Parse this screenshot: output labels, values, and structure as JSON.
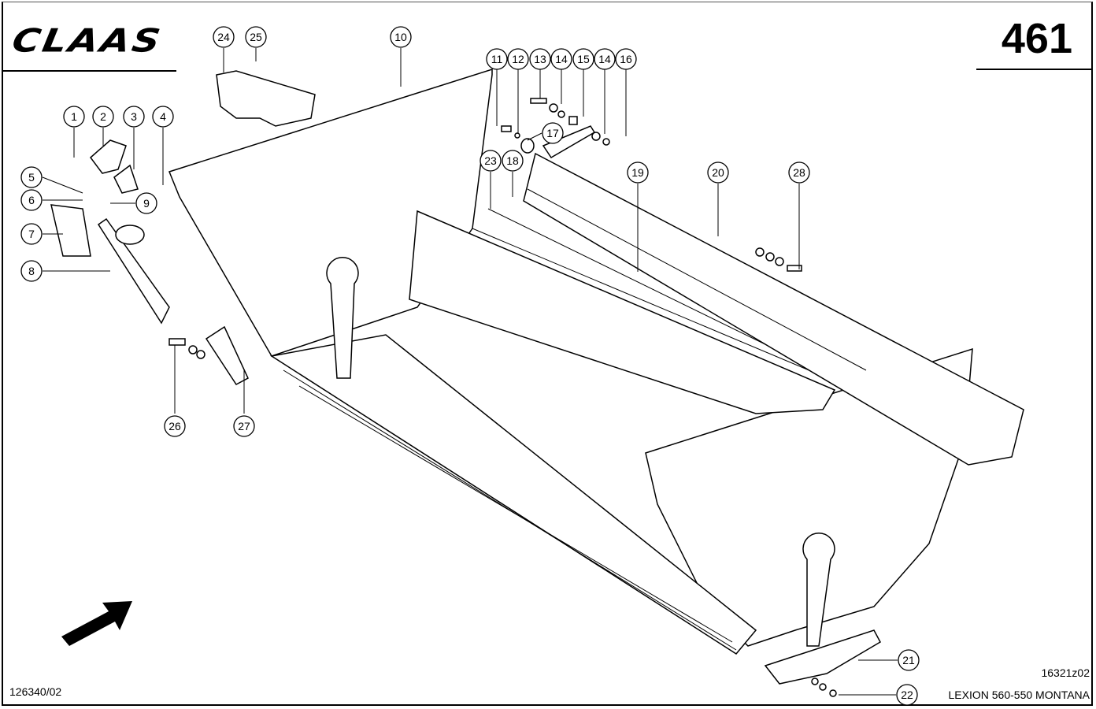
{
  "header": {
    "brand": "CLAAS",
    "page_number": "461"
  },
  "footer": {
    "document_ref": "126340/02",
    "drawing_code": "16321z02",
    "model": "LEXION 560-550 MONTANA"
  },
  "callouts": [
    "1",
    "2",
    "3",
    "4",
    "5",
    "6",
    "7",
    "8",
    "9",
    "10",
    "11",
    "12",
    "13",
    "14",
    "15",
    "14",
    "16",
    "17",
    "18",
    "19",
    "20",
    "21",
    "22",
    "23",
    "24",
    "25",
    "26",
    "27",
    "28"
  ],
  "icons": {
    "direction_arrow": "arrow-up-right-icon"
  }
}
